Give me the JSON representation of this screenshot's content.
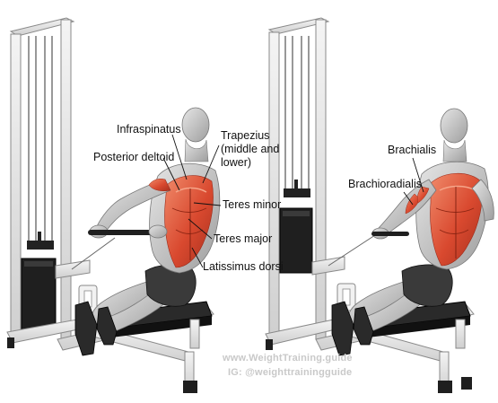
{
  "labels": {
    "infraspinatus": "Infraspinatus",
    "trapezius": "Trapezius (middle and lower)",
    "posterior_deltoid": "Posterior deltoid",
    "teres_minor": "Teres minor",
    "teres_major": "Teres major",
    "latissimus_dorsi": "Latissimus dorsi",
    "brachialis": "Brachialis",
    "brachioradialis": "Brachioradialis"
  },
  "watermark": {
    "line1": "www.WeightTraining.guide",
    "line2": "IG: @weighttrainingguide"
  },
  "colors": {
    "frame": "#ececec",
    "frame_edge": "#8a8a8a",
    "skin": "#cfcfcf",
    "skin_shadow": "#9a9a9a",
    "muscle": "#d9492f",
    "muscle_light": "#ef8060",
    "shorts": "#3a3a3a",
    "weights": "#1f1f1f"
  }
}
